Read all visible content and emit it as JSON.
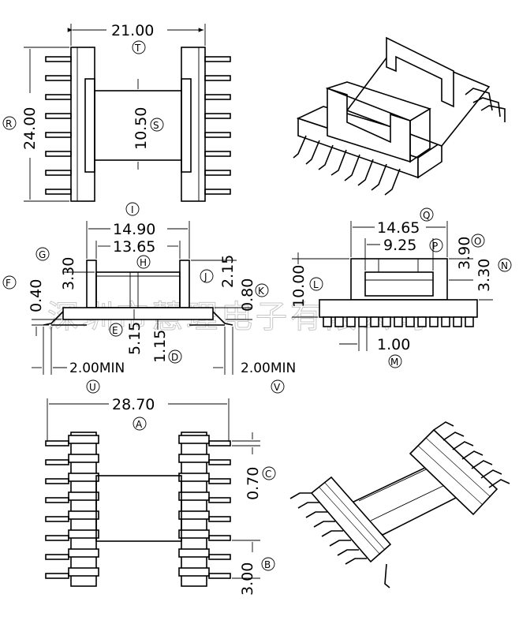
{
  "watermark": "深圳市慧理电子有限公司",
  "top_view": {
    "width_dim": "21.00",
    "width_tag": "T",
    "height_dim": "24.00",
    "height_tag": "R",
    "inner_dim": "10.50",
    "inner_tag": "S",
    "view_tag": "I"
  },
  "side_view": {
    "outer_dim": "14.90",
    "inner_dim": "13.65",
    "inner_tag": "H",
    "g_dim": "3.30",
    "g_tag": "G",
    "f_dim": "0.40",
    "f_tag": "F",
    "j_dim": "2.15",
    "j_tag": "J",
    "k_dim": "0.80",
    "k_tag": "K",
    "e_dim": "5.15",
    "e_tag": "E",
    "d_dim": "1.15",
    "d_tag": "D",
    "u_dim": "2.00MIN",
    "u_tag": "U",
    "v_dim": "2.00MIN",
    "v_tag": "V"
  },
  "front_view": {
    "q_dim": "14.65",
    "q_tag": "Q",
    "p_dim": "9.25",
    "p_tag": "P",
    "o_dim": "3.90",
    "o_tag": "O",
    "n_dim": "3.30",
    "n_tag": "N",
    "l_dim": "10.00",
    "l_tag": "L",
    "m_dim": "1.00",
    "m_tag": "M"
  },
  "bottom_view": {
    "a_dim": "28.70",
    "a_tag": "A",
    "c_dim": "0.70",
    "c_tag": "C",
    "b_dim": "3.00",
    "b_tag": "B"
  }
}
